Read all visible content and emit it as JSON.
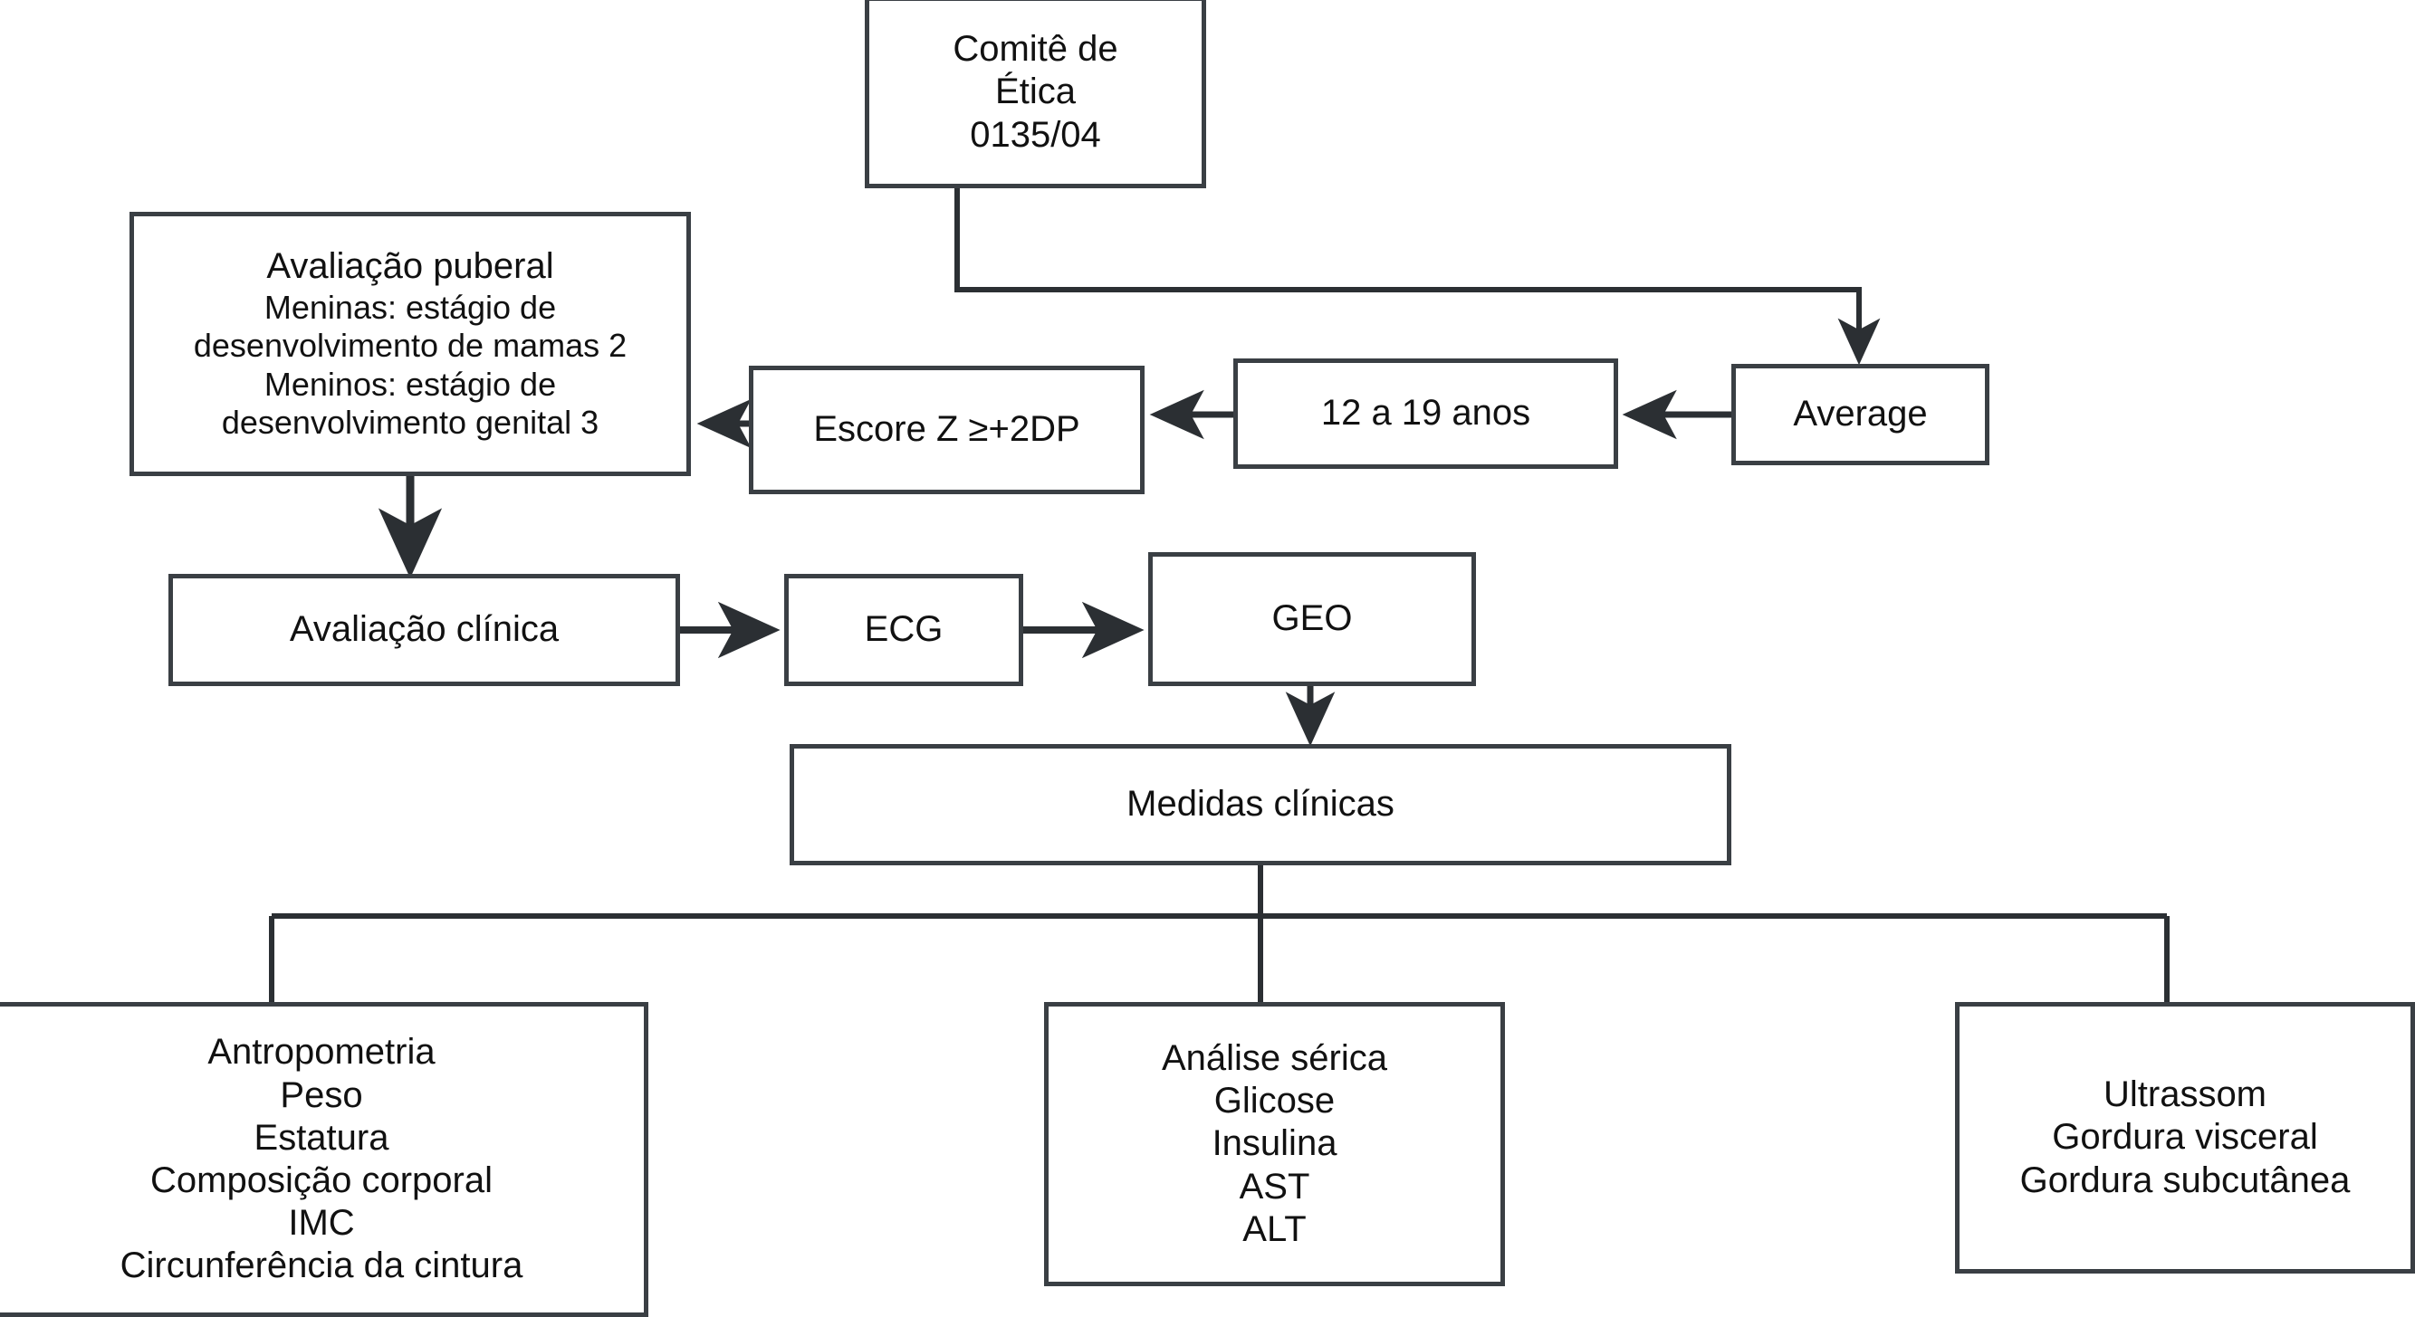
{
  "diagram": {
    "title_accent": "#3a3f44",
    "nodes": {
      "ethics": {
        "lines": [
          "Comitê de",
          "Ética",
          "0135/04"
        ]
      },
      "puberty": {
        "lines": [
          "Avaliação puberal",
          "Meninas: estágio de",
          "desenvolvimento de mamas 2",
          "Meninos: estágio de",
          "desenvolvimento genital 3"
        ]
      },
      "zscore": {
        "lines": [
          "Escore Z  ≥+2DP"
        ]
      },
      "agerange": {
        "lines": [
          "12 a 19 anos"
        ]
      },
      "average": {
        "lines": [
          "Average"
        ]
      },
      "clinical": {
        "lines": [
          "Avaliação clínica"
        ]
      },
      "ecg": {
        "lines": [
          "ECG"
        ]
      },
      "geo": {
        "lines": [
          "GEO"
        ]
      },
      "measures": {
        "lines": [
          "Medidas clínicas"
        ]
      },
      "anthro": {
        "lines": [
          "Antropometria",
          "Peso",
          "Estatura",
          "Composição corporal",
          "IMC",
          "Circunferência da cintura"
        ]
      },
      "serum": {
        "lines": [
          "Análise sérica",
          "Glicose",
          "Insulina",
          "AST",
          "ALT"
        ]
      },
      "ultrasound": {
        "lines": [
          "Ultrassom",
          "Gordura visceral",
          "Gordura subcutânea"
        ]
      }
    },
    "edges": [
      {
        "from": "ethics",
        "to": "average",
        "style": "elbow-down-right-down",
        "arrow": true
      },
      {
        "from": "average",
        "to": "agerange",
        "style": "straight-left",
        "arrow": true
      },
      {
        "from": "agerange",
        "to": "zscore",
        "style": "straight-left",
        "arrow": true
      },
      {
        "from": "zscore",
        "to": "puberty",
        "style": "straight-left",
        "arrow": true
      },
      {
        "from": "puberty",
        "to": "clinical",
        "style": "straight-down",
        "arrow": true
      },
      {
        "from": "clinical",
        "to": "ecg",
        "style": "straight-right",
        "arrow": true
      },
      {
        "from": "ecg",
        "to": "geo",
        "style": "straight-right",
        "arrow": true
      },
      {
        "from": "geo",
        "to": "measures",
        "style": "straight-down",
        "arrow": true
      },
      {
        "from": "measures",
        "to": "anthro",
        "style": "bus-down",
        "arrow": false
      },
      {
        "from": "measures",
        "to": "serum",
        "style": "bus-down",
        "arrow": false
      },
      {
        "from": "measures",
        "to": "ultrasound",
        "style": "bus-down",
        "arrow": false
      }
    ]
  }
}
